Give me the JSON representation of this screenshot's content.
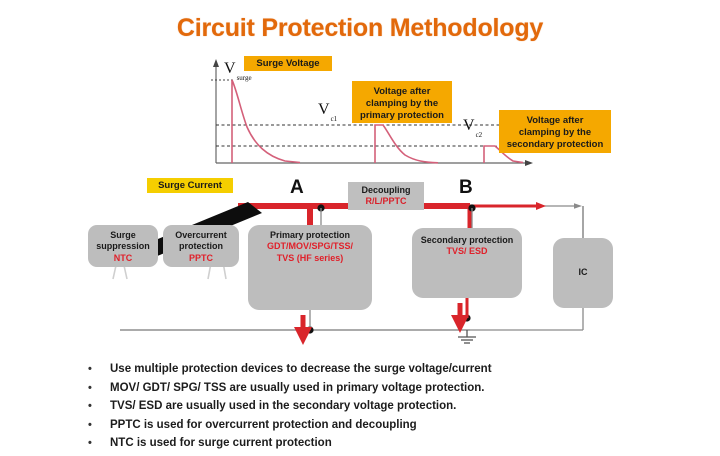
{
  "title": "Circuit Protection Methodology",
  "chart_data": {
    "type": "line",
    "title": "Surge Voltage clamping stages",
    "xlabel": "",
    "ylabel": "",
    "axis": {
      "x_range": [
        0,
        100
      ],
      "y_range": [
        0,
        100
      ],
      "grid": false,
      "arrows": true
    },
    "reference_levels": [
      {
        "name": "V_surge",
        "value": 88
      },
      {
        "name": "V_c1",
        "value": 45
      },
      {
        "name": "V_c2",
        "value": 22
      }
    ],
    "series": [
      {
        "name": "Surge Voltage",
        "peak": 88,
        "x_start": 9,
        "decay": "exponential"
      },
      {
        "name": "Voltage after clamping by the primary protection",
        "peak": 45,
        "x_start": 52,
        "decay": "exponential"
      },
      {
        "name": "Voltage after clamping by the secondary protection",
        "peak": 22,
        "x_start": 86,
        "decay": "exponential"
      }
    ],
    "annotations": [
      {
        "label": "V",
        "subscript": "surge"
      },
      {
        "label": "V",
        "subscript": "c1"
      },
      {
        "label": "V",
        "subscript": "c2"
      }
    ]
  },
  "callouts": {
    "surge_voltage": "Surge Voltage",
    "primary": "Voltage after clamping by the primary protection",
    "secondary": "Voltage after clamping by the secondary protection",
    "surge_current": "Surge Current"
  },
  "v_labels": {
    "surge": {
      "main": "V",
      "sub": "surge"
    },
    "c1": {
      "main": "V",
      "sub": "c1"
    },
    "c2": {
      "main": "V",
      "sub": "c2"
    }
  },
  "nodes": {
    "a": "A",
    "b": "B"
  },
  "blocks": {
    "decoupling": {
      "title": "Decoupling",
      "parts": "R/L/PPTC"
    },
    "surge_suppression": {
      "title_line1": "Surge",
      "title_line2": "suppression",
      "parts": "NTC"
    },
    "overcurrent": {
      "title_line1": "Overcurrent",
      "title_line2": "protection",
      "parts": "PPTC"
    },
    "primary_protection": {
      "title": "Primary protection",
      "parts_line1": "GDT/MOV/SPG/TSS/",
      "parts_line2": "TVS (HF series)"
    },
    "secondary_protection": {
      "title": "Secondary protection",
      "parts": "TVS/ ESD"
    },
    "ic": {
      "label": "IC"
    }
  },
  "bullets": [
    "Use multiple protection devices to decrease the surge voltage/current",
    "MOV/ GDT/ SPG/ TSS are usually used in primary voltage protection.",
    "TVS/ ESD are usually used in the secondary voltage protection.",
    "PPTC is used for overcurrent protection and decoupling",
    "NTC is used for surge current protection"
  ],
  "bullet_marker": "•",
  "colors": {
    "title": "#E2690B",
    "callout_orange": "#F5A800",
    "callout_yellow": "#F5CE00",
    "power_rail_red": "#D9252B",
    "part_text_red": "#E0202A",
    "block_gray": "#BDBDBD",
    "waveform_pink": "#D4607A",
    "wire_gray": "#8A8A8A"
  }
}
